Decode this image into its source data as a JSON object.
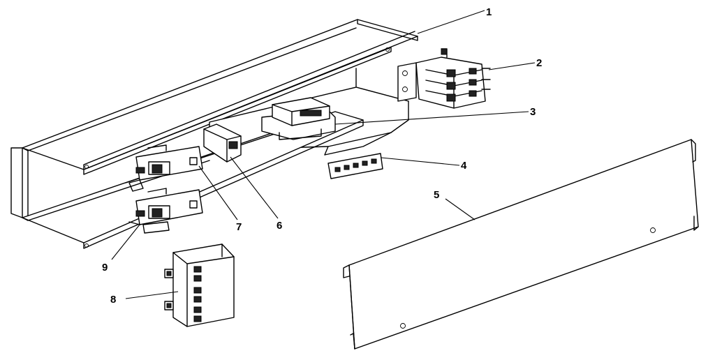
{
  "callouts": [
    {
      "id": "callout-1",
      "text": "1"
    },
    {
      "id": "callout-2",
      "text": "2"
    },
    {
      "id": "callout-3",
      "text": "3"
    },
    {
      "id": "callout-4",
      "text": "4"
    },
    {
      "id": "callout-5",
      "text": "5"
    },
    {
      "id": "callout-6",
      "text": "6"
    },
    {
      "id": "callout-7",
      "text": "7"
    },
    {
      "id": "callout-8",
      "text": "8"
    },
    {
      "id": "callout-9",
      "text": "9"
    }
  ],
  "colors": {
    "line": "#000000",
    "background": "#ffffff"
  }
}
